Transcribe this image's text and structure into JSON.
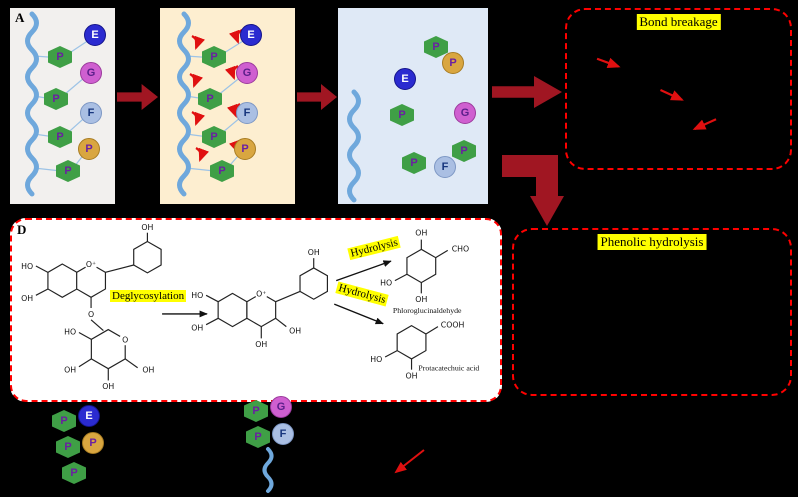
{
  "labels": {
    "panel_a": "A",
    "panel_d": "D"
  },
  "mol": {
    "p": "P",
    "e": "E",
    "g": "G",
    "f": "F"
  },
  "panels": {
    "bond_breakage_title": "Bond breakage",
    "phenolic_hydrolysis_title": "Phenolic hydrolysis"
  },
  "reactions": {
    "deglycosylation": "Deglycosylation",
    "hydrolysis_top": "Hydrolysis",
    "hydrolysis_bottom": "Hydrolysis",
    "product_top": "Phloroglucinaldehyde",
    "product_bottom": "Protacatechuic acid"
  },
  "chem": {
    "oh": "OH",
    "ho": "HO",
    "cho": "CHO",
    "cooh": "COOH",
    "o_plus": "O⁺",
    "o": "O"
  },
  "colors": {
    "background": "#000000",
    "arrow_dark_red": "#a01622",
    "bolt_red": "#e01010",
    "dashed_border_red": "#ff0000",
    "highlight_yellow": "#ffff00",
    "hexagon_green": "#3f9f46",
    "circle_e_blue": "#2b2bd0",
    "circle_g_magenta": "#cf5fd0",
    "circle_f_periwinkle": "#aabfe3",
    "circle_p_gold": "#d9a640",
    "chain_blue": "#6fa8dc",
    "panel1_bg": "#f2f0ee",
    "panel2_bg": "#fdeed0",
    "panel3_bg": "#dfe9f6"
  }
}
